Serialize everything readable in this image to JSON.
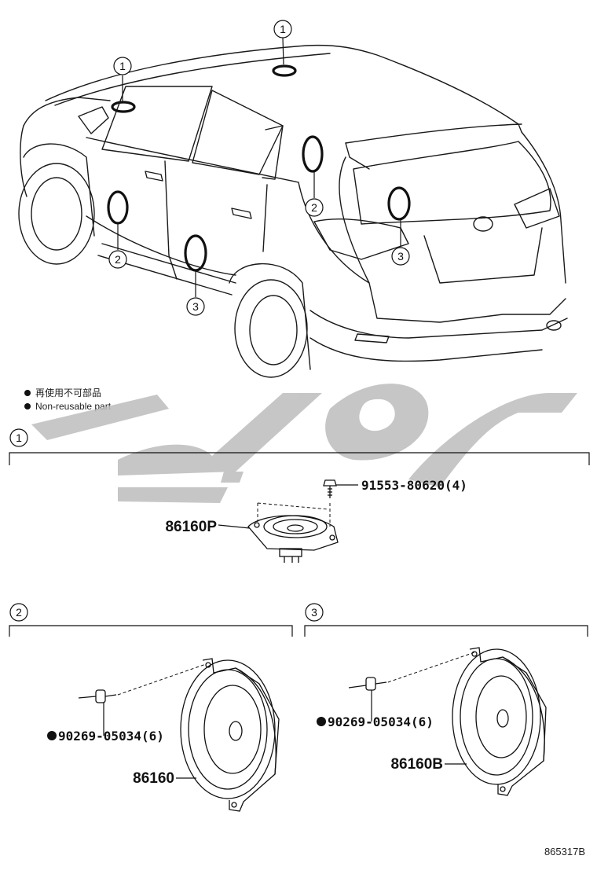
{
  "legend": {
    "line1": "再使用不可部品",
    "line2": "Non-reusable part"
  },
  "callouts": [
    "1",
    "2",
    "3"
  ],
  "sections": [
    {
      "number": "1",
      "parts": [
        "91553-80620(4)",
        "86160P"
      ]
    },
    {
      "number": "2",
      "parts": [
        "90269-05034(6)",
        "86160"
      ]
    },
    {
      "number": "3",
      "parts": [
        "90269-05034(6)",
        "86160B"
      ]
    }
  ],
  "diagram_code": "865317B",
  "colors": {
    "line": "#1a1a1a",
    "watermark": "#bdbdbd"
  }
}
